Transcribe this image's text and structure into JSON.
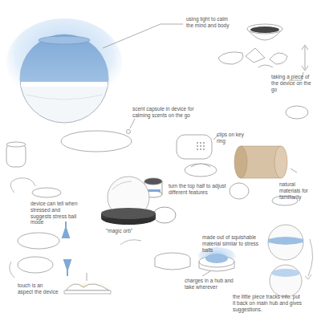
{
  "diagram": {
    "labels": [
      "using light to calm the mind and body",
      "taking a piece of the device on the go",
      "scent capsule in device for calming scents on the go",
      "clips on key ring",
      "natural materials for familiarity",
      "turn the top half to adjust different features",
      "device can tell when stressed and suggests stress ball mode",
      "\"magic orb\"",
      "made out of squishable material similar to stress balls",
      "touch is an aspect the device",
      "charges in a hub and take wherever",
      "the little piece tracks info. put it back on main hub and gives suggestions."
    ]
  }
}
